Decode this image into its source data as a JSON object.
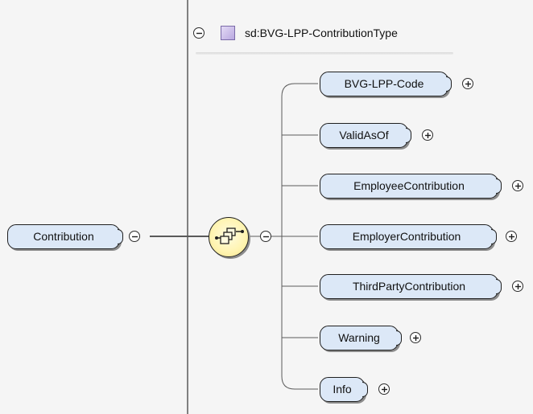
{
  "root_element": {
    "label": "Contribution"
  },
  "complex_type": {
    "label": "sd:BVG-LPP-ContributionType"
  },
  "compositor": {
    "kind": "sequence",
    "icon": "sequence-compositor-icon"
  },
  "children": [
    {
      "label": "BVG-LPP-Code"
    },
    {
      "label": "ValidAsOf"
    },
    {
      "label": "EmployeeContribution"
    },
    {
      "label": "EmployerContribution"
    },
    {
      "label": "ThirdPartyContribution"
    },
    {
      "label": "Warning"
    },
    {
      "label": "Info"
    }
  ],
  "colors": {
    "node_fill": "#dce8f7",
    "compositor_fill": "#fff4b0",
    "type_swatch": "#c8b8ea",
    "connector": "#5a5a5a"
  }
}
